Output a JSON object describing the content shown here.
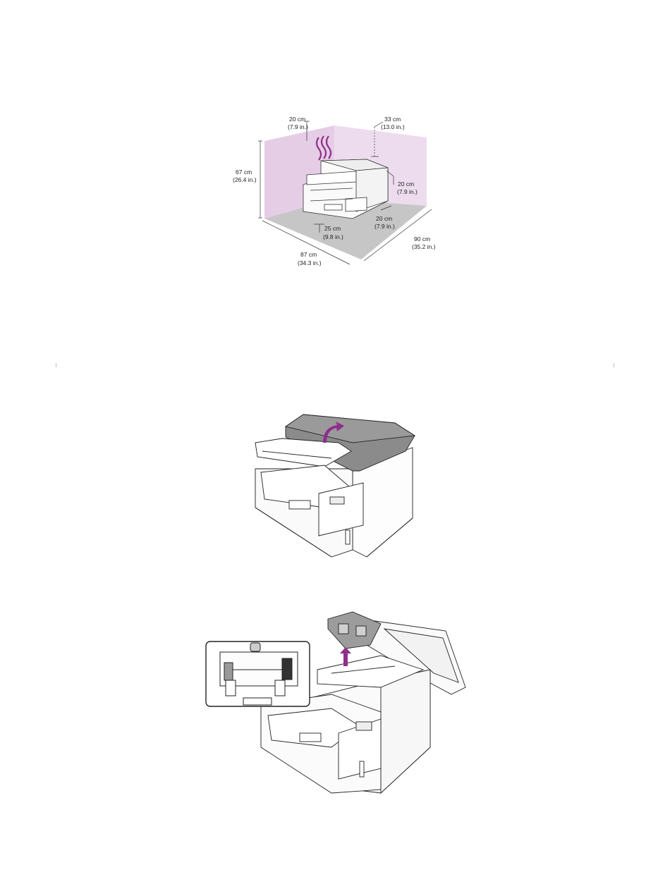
{
  "figure1": {
    "dims": [
      {
        "value": "20 cm",
        "imperial": "(7.9 in.)"
      },
      {
        "value": "33 cm",
        "imperial": "(13.0 in.)"
      },
      {
        "value": "67 cm",
        "imperial": "(26.4 in.)"
      },
      {
        "value": "20 cm",
        "imperial": "(7.9 in.)"
      },
      {
        "value": "20 cm",
        "imperial": "(7.9 in.)"
      },
      {
        "value": "25 cm",
        "imperial": "(9.8 in.)"
      },
      {
        "value": "90 cm",
        "imperial": "(35.2 in.)"
      },
      {
        "value": "87 cm",
        "imperial": "(34.3 in.)"
      }
    ]
  },
  "colors": {
    "accent": "#8e2f8a",
    "wall": "#e9d3ea",
    "floor": "#c9c9c9",
    "lid": "#8a8a8a"
  }
}
